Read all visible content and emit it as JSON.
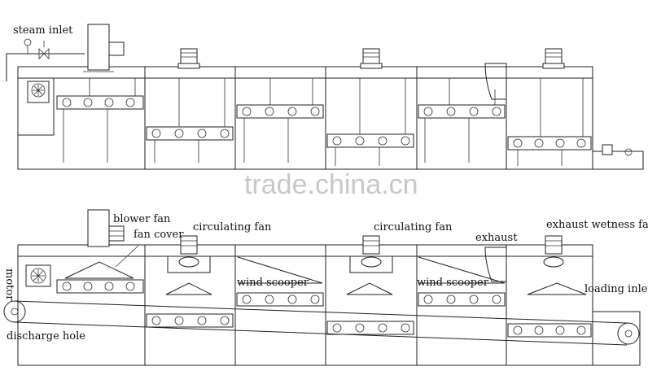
{
  "top_diagram": {
    "labels": {
      "steam_inlet": "steam inlet"
    }
  },
  "bottom_diagram": {
    "labels": {
      "blower_fan": "blower fan",
      "fan_cover": "fan cover",
      "circulating_fan_1": "circulating fan",
      "circulating_fan_2": "circulating fan",
      "exhaust": "exhaust",
      "exhaust_wetness_fan": "exhaust wetness fan",
      "wind_scooper_1": "wind scooper",
      "wind_scooper_2": "wind scooper",
      "loading_inlet": "loading inlet",
      "motor": "motor",
      "discharge_hole": "discharge hole"
    }
  },
  "watermark": "trade.china.cn"
}
